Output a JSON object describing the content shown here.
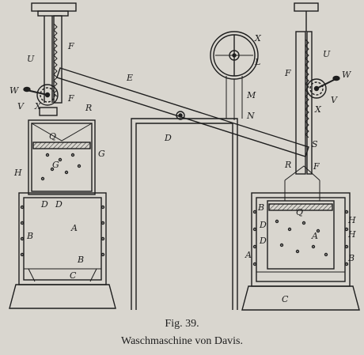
{
  "figure": {
    "number": "Fig. 39.",
    "title": "Waschmaschine von Davis."
  },
  "labels": {
    "U_left": "U",
    "F_left_top": "F",
    "W_left": "W",
    "V_left": "V",
    "X_left": "X",
    "F_left_mid": "F",
    "R_left": "R",
    "Q_left": "Q",
    "G_left": "G",
    "G_left_box": "G",
    "H_left": "H",
    "D_left": "D",
    "D_left2": "D",
    "B_left1": "B",
    "A_left": "A",
    "B_left2": "B",
    "C_left": "C",
    "E_beam": "E",
    "D_pivot": "D",
    "X_right_top": "X",
    "L_right": "L",
    "M_right": "M",
    "N_right": "N",
    "F_right_top": "F",
    "U_right": "U",
    "W_right": "W",
    "V_right": "V",
    "X_right": "X",
    "S_right": "S",
    "R_right": "R",
    "F_right_mid": "F",
    "Q_right": "Q",
    "B_right1": "B",
    "D_right1": "D",
    "D_right2": "D",
    "H_right1": "H",
    "H_right2": "H",
    "A_right": "A",
    "A_right2": "A",
    "B_right2": "B",
    "C_right": "C"
  }
}
